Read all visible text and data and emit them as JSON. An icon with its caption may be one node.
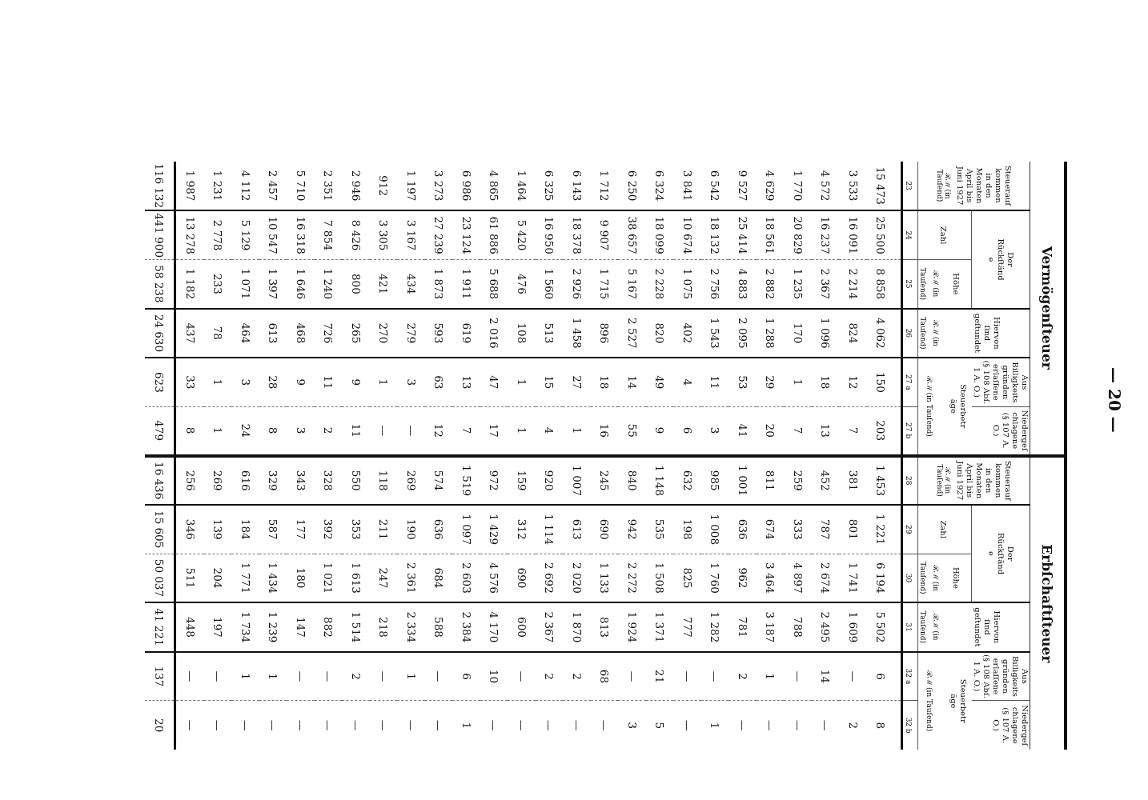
{
  "diagram": {
    "labels": [
      "— 20 —",
      "Vermögenſteuer",
      "Erbſchaftſteuer",
      "Steueraufkommen in den Monaten April bis Juni 1927",
      "Der Rückſtände",
      "Hiervon ſind geſtundet",
      "Aus Billigkeitsgründen erlaſſene (§ 108 Abſ. 1 A. O.)",
      "Niedergeſchlagene (§ 107 A. O.)",
      "Steueraufkommen in den Monaten April bis Juni 1927",
      "Der Rückſtände",
      "Hiervon ſind geſtundet",
      "Aus Billigkeitsgründen erlaſſene (§ 108 Abſ. 1 A. O.)",
      "Niedergeſchlagene (§ 107 A. O.)",
      "Zahl",
      "Höhe",
      "Steuerbeträge",
      "Zahl",
      "Höhe",
      "Steuerbeträge",
      "ℛℳ (in Tauſend)",
      "ℛℳ (in Tauſend)",
      "ℛℳ (in Tauſend)",
      "ℛℳ (in Tauſend)",
      "ℛℳ (in Tauſend)",
      "ℛℳ (in Tauſend)",
      "ℛℳ (in Tauſend)",
      "ℛℳ (in Tauſend)",
      "23",
      "24",
      "25",
      "26",
      "27 a",
      "27 b",
      "28",
      "29",
      "30",
      "31",
      "32 a",
      "32 b",
      "15 473",
      "25 500",
      "8 858",
      "4 062",
      "150",
      "203",
      "1 453",
      "1 221",
      "6 194",
      "5 502",
      "6",
      "8",
      "3 533",
      "16 091",
      "2 214",
      "824",
      "12",
      "7",
      "381",
      "801",
      "1 741",
      "1 609",
      "—",
      "2",
      "4 572",
      "16 237",
      "2 367",
      "1 096",
      "18",
      "13",
      "452",
      "787",
      "2 674",
      "2 495",
      "14",
      "—",
      "1 770",
      "20 829",
      "1 235",
      "170",
      "1",
      "7",
      "259",
      "333",
      "4 897",
      "788",
      "—",
      "—",
      "4 629",
      "18 561",
      "2 882",
      "1 288",
      "29",
      "20",
      "811",
      "674",
      "3 464",
      "3 187",
      "1",
      "—",
      "9 527",
      "25 414",
      "4 883",
      "2 095",
      "53",
      "41",
      "1 001",
      "636",
      "962",
      "781",
      "2",
      "—",
      "6 542",
      "18 132",
      "2 756",
      "1 543",
      "11",
      "3",
      "985",
      "1 008",
      "1 760",
      "1 282",
      "—",
      "1",
      "3 841",
      "10 674",
      "1 075",
      "402",
      "4",
      "6",
      "632",
      "198",
      "825",
      "777",
      "—",
      "—",
      "6 324",
      "18 099",
      "2 228",
      "820",
      "49",
      "9",
      "1 148",
      "535",
      "1 508",
      "1 371",
      "21",
      "5",
      "6 250",
      "38 657",
      "5 167",
      "2 527",
      "14",
      "55",
      "840",
      "942",
      "2 272",
      "1 924",
      "—",
      "3",
      "1 712",
      "9 907",
      "1 715",
      "896",
      "18",
      "16",
      "245",
      "690",
      "1 133",
      "813",
      "68",
      "—",
      "6 143",
      "18 378",
      "2 926",
      "1 458",
      "27",
      "1",
      "1 007",
      "613",
      "2 020",
      "1 870",
      "2",
      "—",
      "6 325",
      "16 950",
      "1 560",
      "513",
      "15",
      "4",
      "920",
      "1 114",
      "2 692",
      "2 367",
      "2",
      "—",
      "1 464",
      "5 420",
      "476",
      "108",
      "1",
      "1",
      "159",
      "312",
      "690",
      "600",
      "—",
      "—",
      "4 865",
      "61 886",
      "5 688",
      "2 016",
      "47",
      "17",
      "972",
      "1 429",
      "4 576",
      "4 170",
      "10",
      "—",
      "6 986",
      "23 124",
      "1 911",
      "619",
      "13",
      "7",
      "1 519",
      "1 097",
      "2 603",
      "2 384",
      "6",
      "1",
      "3 273",
      "27 239",
      "1 873",
      "593",
      "63",
      "12",
      "574",
      "636",
      "684",
      "588",
      "—",
      "—",
      "1 197",
      "3 167",
      "434",
      "279",
      "3",
      "—",
      "269",
      "190",
      "2 361",
      "2 334",
      "1",
      "—",
      "912",
      "3 305",
      "421",
      "270",
      "1",
      "—",
      "118",
      "211",
      "247",
      "218",
      "—",
      "—",
      "2 946",
      "8 426",
      "800",
      "265",
      "9",
      "11",
      "550",
      "353",
      "1 613",
      "1 514",
      "2",
      "—",
      "2 351",
      "7 854",
      "1 240",
      "726",
      "11",
      "2",
      "328",
      "392",
      "1 021",
      "882",
      "—",
      "—",
      "5 710",
      "16 318",
      "1 646",
      "468",
      "9",
      "3",
      "343",
      "177",
      "180",
      "147",
      "—",
      "—",
      "2 457",
      "10 547",
      "1 397",
      "613",
      "28",
      "8",
      "329",
      "587",
      "1 434",
      "1 239",
      "1",
      "—",
      "4 112",
      "5 129",
      "1 071",
      "464",
      "3",
      "24",
      "616",
      "184",
      "1 771",
      "1 734",
      "1",
      "—",
      "1 231",
      "2 778",
      "233",
      "78",
      "1",
      "1",
      "269",
      "139",
      "204",
      "197",
      "—",
      "—",
      "1 987",
      "13 278",
      "1 182",
      "437",
      "33",
      "8",
      "256",
      "346",
      "511",
      "448",
      "—",
      "—",
      "116 132",
      "441 900",
      "58 238",
      "24 630",
      "623",
      "479",
      "16 436",
      "15 605",
      "50 037",
      "41 221",
      "137",
      "20"
    ]
  }
}
